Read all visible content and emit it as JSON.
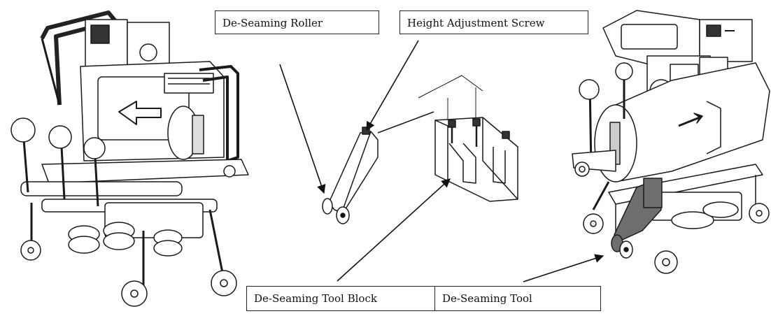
{
  "labels": {
    "roller": "De-Seaming Roller",
    "screw": "Height Adjustment Screw",
    "block": "De-Seaming Tool Block",
    "tool": "De-Seaming Tool"
  },
  "colors": {
    "stroke": "#1a1a1a",
    "highlight": "#6e6e6e",
    "fill": "#ffffff"
  }
}
